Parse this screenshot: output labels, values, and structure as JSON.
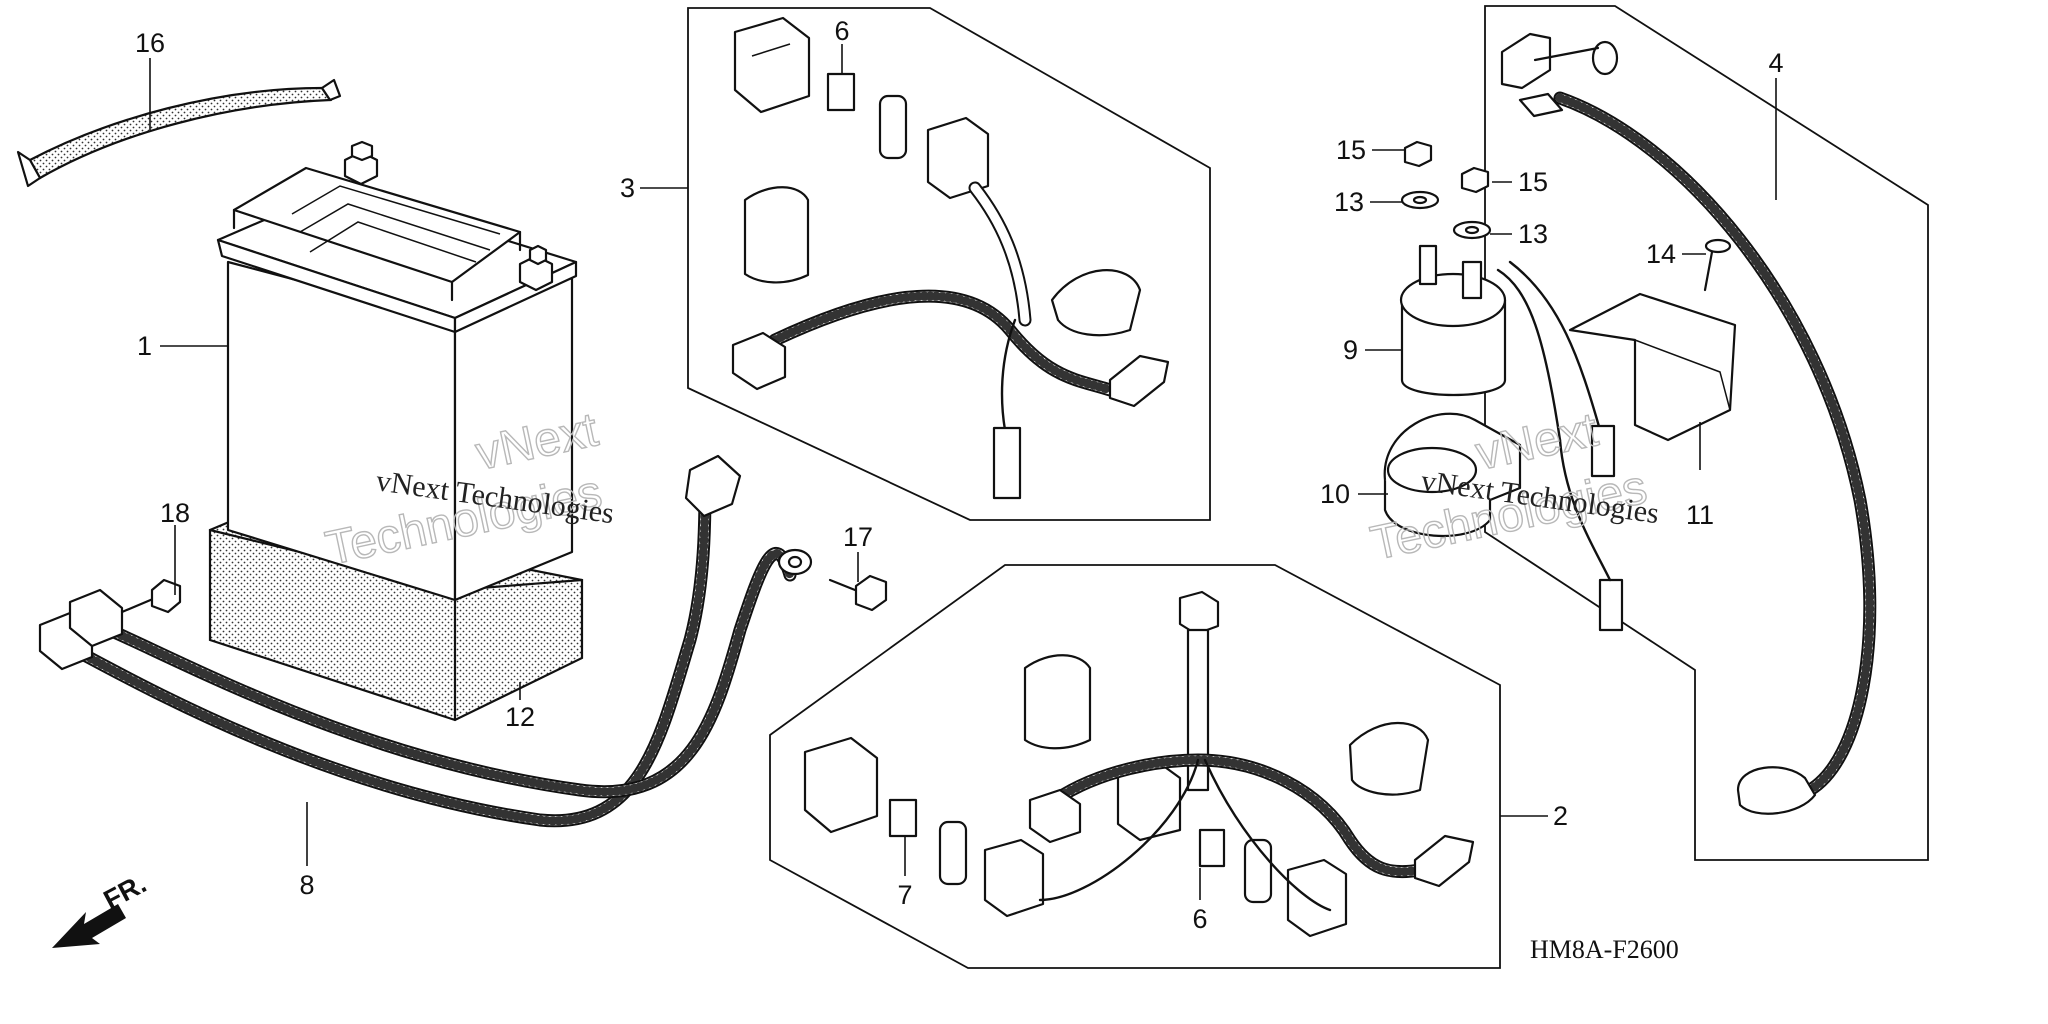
{
  "callouts": {
    "c1": "1",
    "c2": "2",
    "c3": "3",
    "c4": "4",
    "c6a": "6",
    "c6b": "6",
    "c7": "7",
    "c8": "8",
    "c9": "9",
    "c10": "10",
    "c11": "11",
    "c12": "12",
    "c13a": "13",
    "c13b": "13",
    "c14": "14",
    "c15a": "15",
    "c15b": "15",
    "c16": "16",
    "c17": "17",
    "c18": "18"
  },
  "diagram_code": "HM8A-F2600",
  "direction_label": "FR.",
  "watermark": {
    "line1": "vNext",
    "line2": "Technologies",
    "caption": "vNext Technologies"
  }
}
